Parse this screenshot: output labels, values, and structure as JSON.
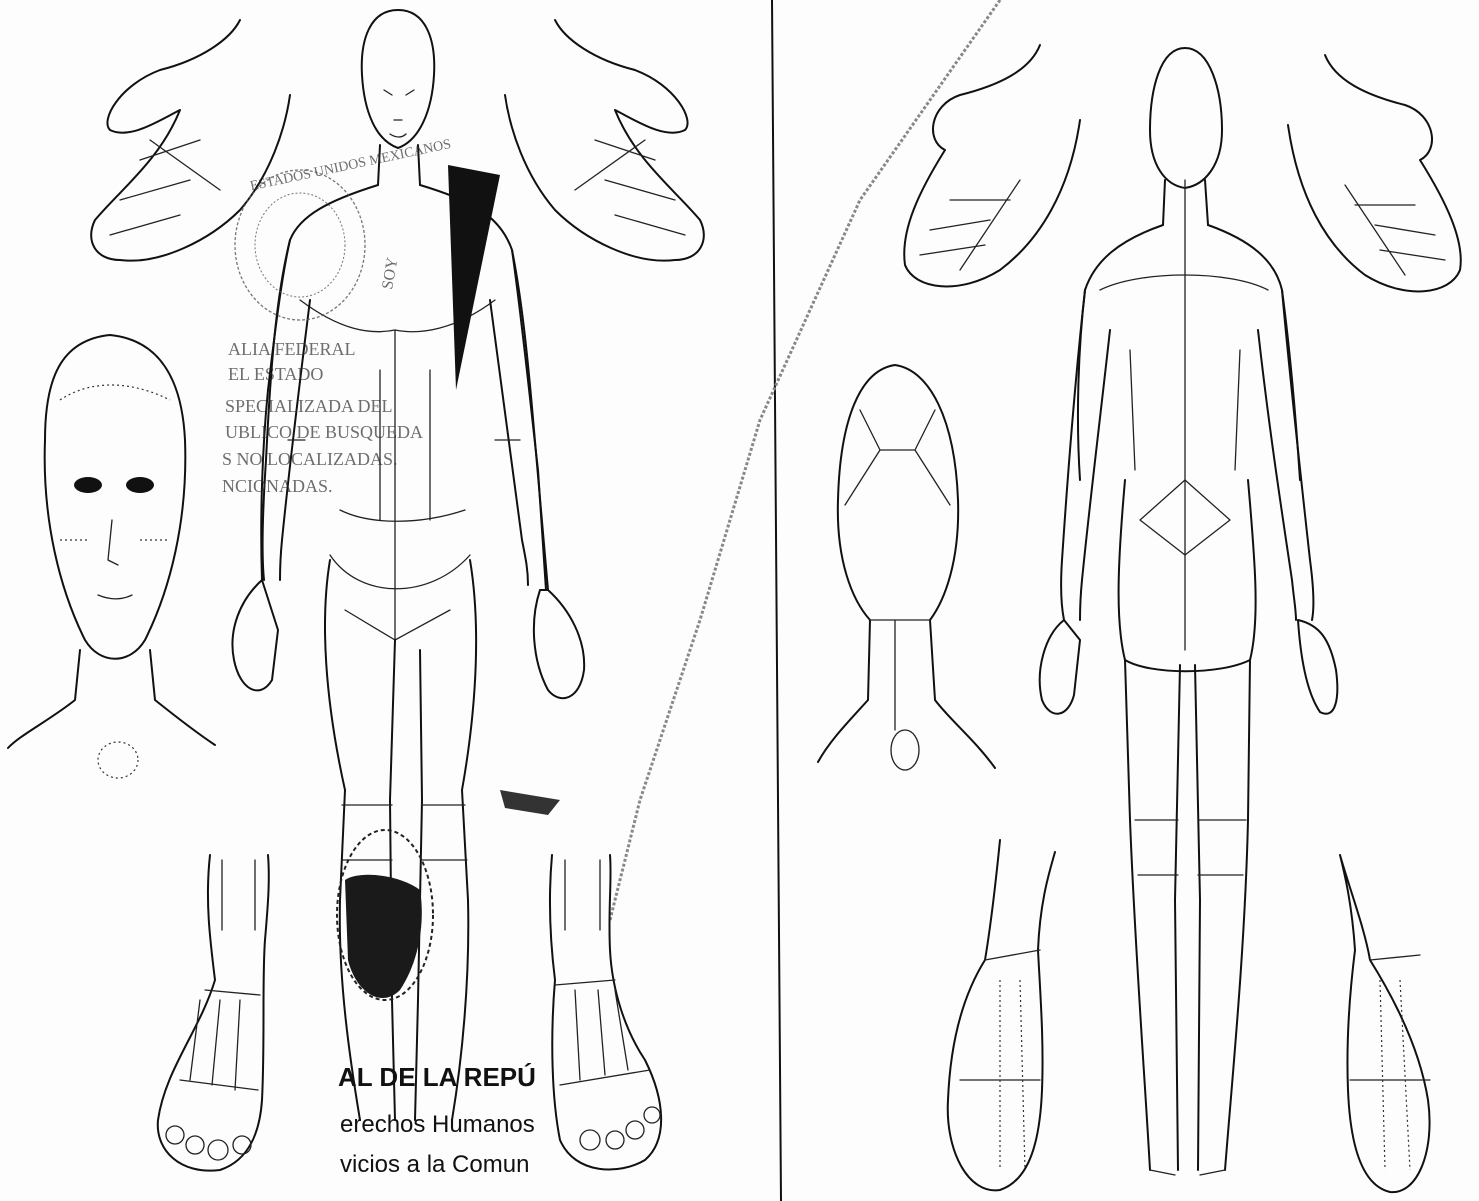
{
  "watermark_stamp": {
    "lines": [
      "ALIA FEDERAL",
      "EL ESTADO",
      "SPECIALIZADA DEL",
      "UBLICO DE BUSQUEDA",
      "S NO LOCALIZADAS.",
      "NCIONADAS."
    ]
  },
  "lower_stamp": {
    "line1": "AL DE LA REPÚ",
    "line2": "erechos Humanos",
    "line3": "vicios a la Comun"
  },
  "seal_top_text": "ESTADOS UNIDOS MEXICANOS",
  "sternum_mark": "SOY"
}
